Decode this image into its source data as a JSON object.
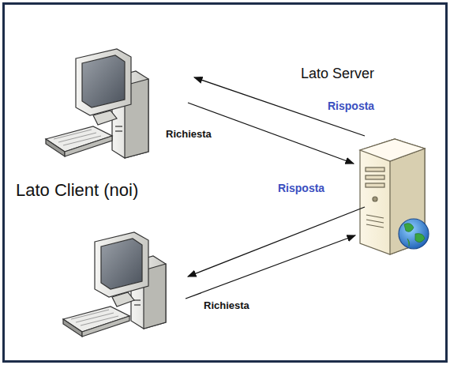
{
  "diagram": {
    "labels": [
      "Lato Server",
      "Risposta",
      "Richiesta",
      "Lato Client (noi)",
      "Risposta",
      "Richiesta"
    ]
  }
}
